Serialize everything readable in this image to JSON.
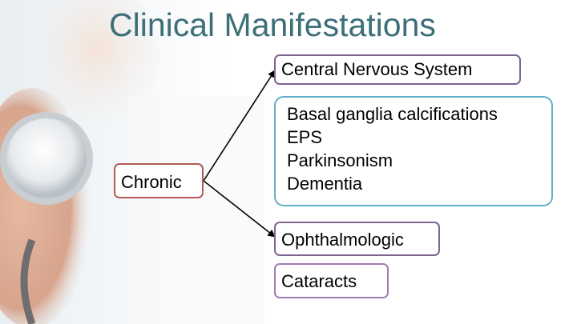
{
  "slide": {
    "title": "Clinical Manifestations"
  },
  "nodes": {
    "chronic": "Chronic",
    "cns": "Central Nervous System",
    "cns_findings": [
      "Basal ganglia calcifications",
      "EPS",
      "Parkinsonism",
      "Dementia"
    ],
    "ophthalmologic": "Ophthalmologic",
    "cataracts": "Cataracts"
  },
  "colors": {
    "title": "#3d6f79",
    "chronic_border": "#b45a55",
    "category_border": "#7e6590",
    "cns_detail_border": "#62afc9",
    "cataracts_border": "#a07cb5",
    "arrow": "#000000"
  },
  "background": {
    "image": "doctor-with-stethoscope-photo"
  }
}
